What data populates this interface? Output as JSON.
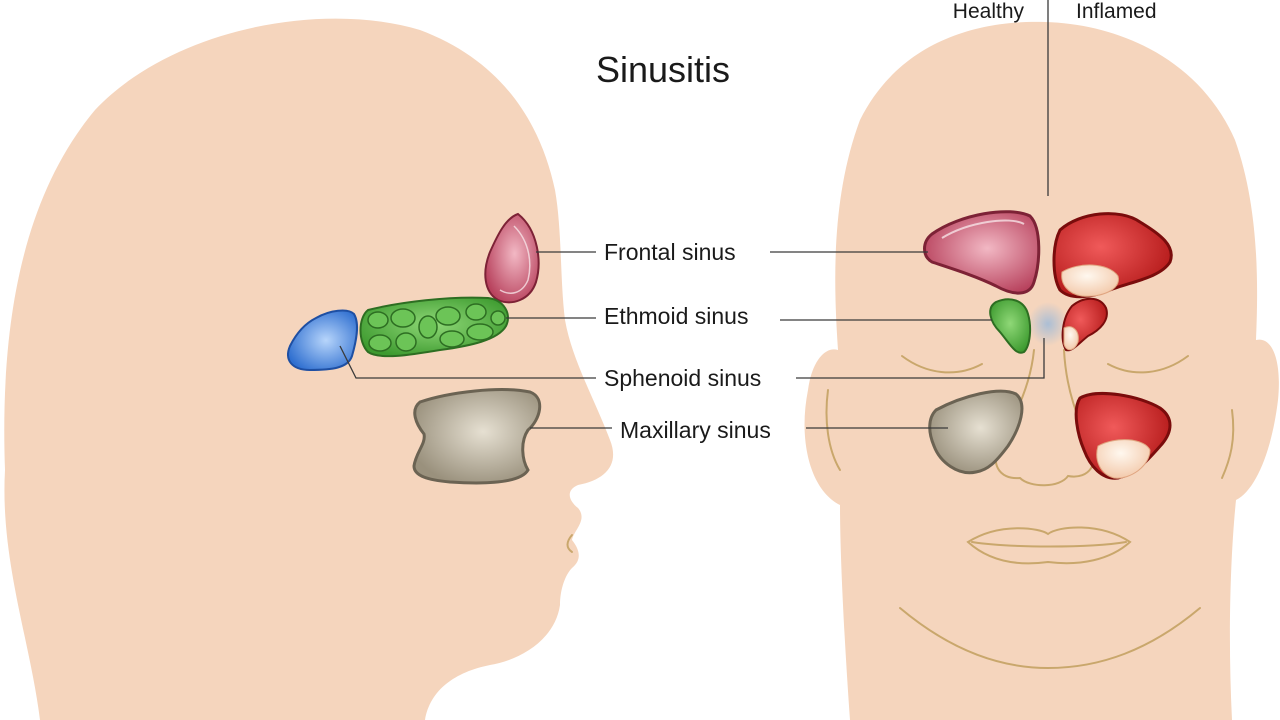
{
  "title": "Sinusitis",
  "labels": {
    "frontal": "Frontal sinus",
    "ethmoid": "Ethmoid sinus",
    "sphenoid": "Sphenoid sinus",
    "maxillary": "Maxillary sinus"
  },
  "states": {
    "healthy": "Healthy",
    "inflamed": "Inflamed"
  },
  "colors": {
    "skin": "#f5d5bd",
    "frontal": "#c7506a",
    "ethmoid": "#4aa83c",
    "sphenoid": "#3f7fd9",
    "maxillary": "#a89f8c",
    "inflamed": "#cc1f1f"
  }
}
